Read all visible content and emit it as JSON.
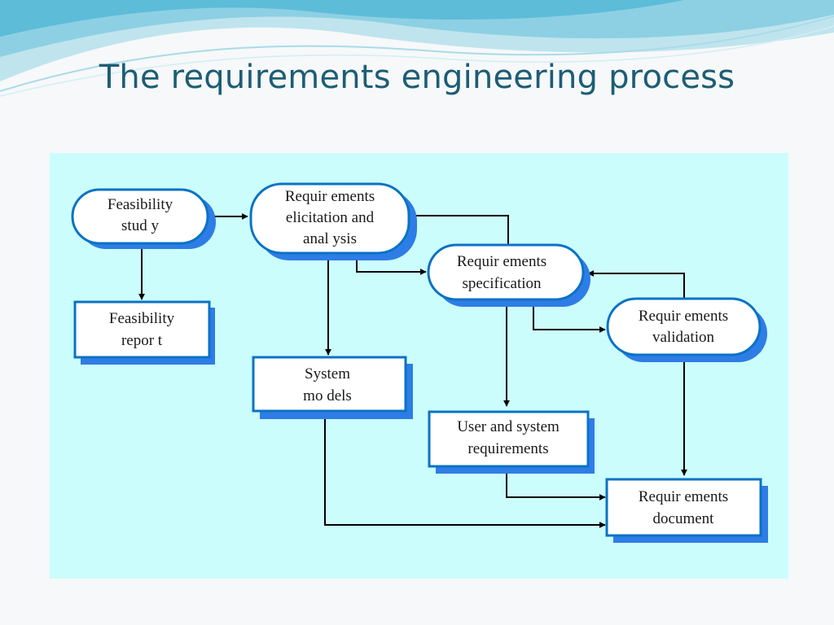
{
  "title": "The requirements engineering process",
  "nodes": {
    "feasibility_study": [
      "Feasibility",
      "stud y"
    ],
    "elicitation": [
      "Requir ements",
      "elicitation and",
      "anal ysis"
    ],
    "specification": [
      "Requir ements",
      "specification"
    ],
    "validation": [
      "Requir ements",
      "validation"
    ],
    "feasibility_report": [
      "Feasibility",
      "repor t"
    ],
    "system_models": [
      "System",
      "mo dels"
    ],
    "user_system_requirements": [
      "User and system",
      "requirements"
    ],
    "requirements_document": [
      "Requir ements",
      "document"
    ]
  },
  "colors": {
    "panel": "#ccfdfd",
    "node_border": "#0a72c5",
    "node_shadow": "#2e7de6",
    "title": "#1c5d74"
  }
}
